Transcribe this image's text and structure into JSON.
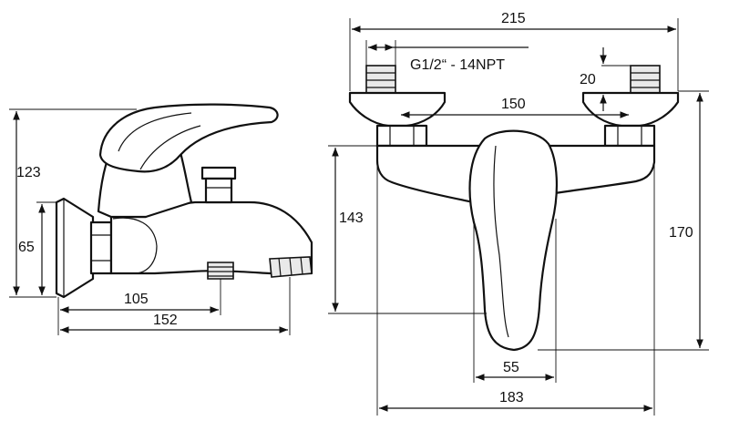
{
  "side_view": {
    "height_label": "123",
    "wall_height_label": "65",
    "shower_outlet_label": "105",
    "spout_reach_label": "152"
  },
  "front_view": {
    "overall_width_label": "215",
    "thread_label": "G1/2“ - 14NPT",
    "flange_label": "20",
    "centers_label": "150",
    "body_height_label": "143",
    "overall_height_label": "170",
    "lever_width_label": "55",
    "body_width_label": "183"
  },
  "colors": {
    "line": "#111111",
    "background": "#ffffff",
    "shade": "#e9e9e9"
  }
}
